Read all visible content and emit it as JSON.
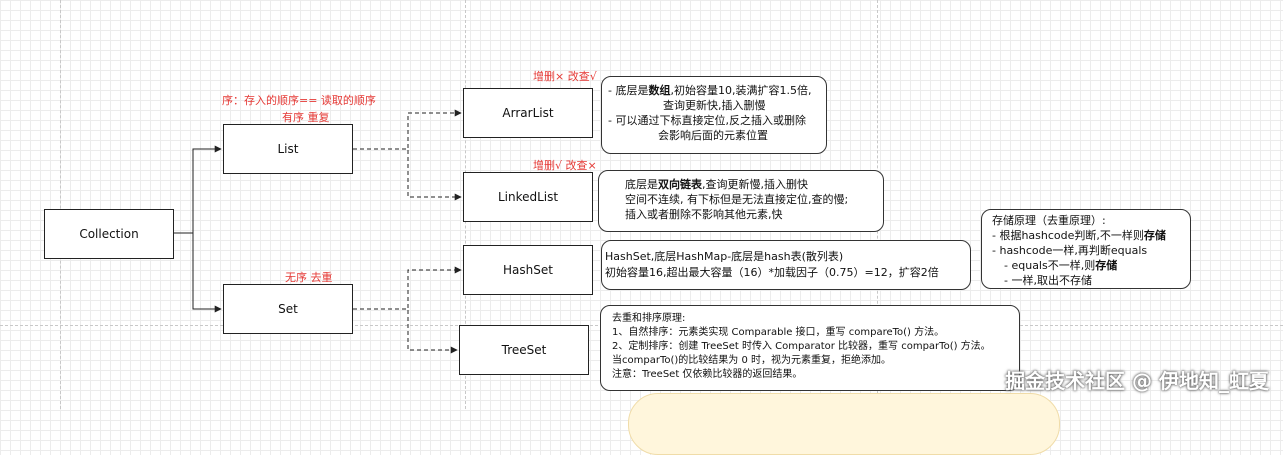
{
  "nodes": {
    "collection": "Collection",
    "list": "List",
    "set": "Set",
    "arraylist": "ArrarList",
    "linkedlist": "LinkedList",
    "hashset": "HashSet",
    "treeset": "TreeSet"
  },
  "labels": {
    "order_def": "序：存入的顺序== 读取的顺序",
    "list_props": "有序 重复",
    "set_props": "无序 去重",
    "arraylist_ops": "增删× 改查√",
    "linkedlist_ops": "增删√ 改查×"
  },
  "notes": {
    "arraylist": {
      "l1_pre": "- 底层是",
      "l1_bold": "数组",
      "l1_post": ",初始容量10,装满扩容1.5倍,",
      "l2": "查询更新快,插入删慢",
      "l3": "- 可以通过下标直接定位,反之插入或删除",
      "l4": "会影响后面的元素位置"
    },
    "linkedlist": {
      "l1_pre": "底层是",
      "l1_bold": "双向链表",
      "l1_post": ",查询更新慢,插入删快",
      "l2": "空间不连续, 有下标但是无法直接定位,查的慢;",
      "l3": "插入或者删除不影响其他元素,快"
    },
    "hashset": {
      "l1": "HashSet,底层HashMap-底层是hash表(散列表)",
      "l2": "初始容量16,超出最大容量（16）*加载因子（0.75）=12，扩容2倍"
    },
    "storage": {
      "l1": "存储原理（去重原理）:",
      "l2_pre": "- 根据hashcode判断,不一样则",
      "l2_bold": "存储",
      "l3": "- hashcode一样,再判断equals",
      "l4_pre": "- equals不一样,则",
      "l4_bold": "存储",
      "l5": "- 一样,取出不存储"
    },
    "treeset": {
      "l1": "去重和排序原理:",
      "l2": "1、自然排序：元素类实现 Comparable 接口，重写 compareTo() 方法。",
      "l3": "2、定制排序：创建 TreeSet 时传入 Comparator 比较器，重写 comparTo() 方法。",
      "l4": "当comparTo()的比较结果为 0 时，视为元素重复，拒绝添加。",
      "l5": "注意：TreeSet 仅依赖比较器的返回结果。"
    }
  },
  "watermark": "掘金技术社区 @ 伊地知_虹夏",
  "colors": {
    "annotation_red": "#e53935",
    "line": "#222222",
    "highlight_blob": "#fff6dc"
  }
}
